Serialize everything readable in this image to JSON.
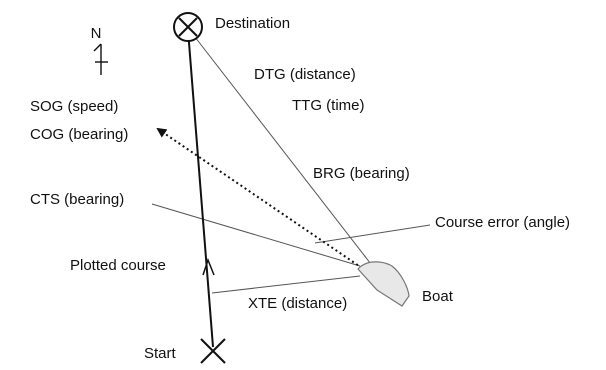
{
  "north": {
    "letter": "N"
  },
  "labels": {
    "destination": "Destination",
    "dtg": "DTG (distance)",
    "ttg": "TTG (time)",
    "sog": "SOG (speed)",
    "cog": "COG (bearing)",
    "brg": "BRG (bearing)",
    "cts": "CTS (bearing)",
    "course_error": "Course error (angle)",
    "plotted_course": "Plotted course",
    "boat": "Boat",
    "xte": "XTE (distance)",
    "start": "Start"
  },
  "colors": {
    "line": "#111111",
    "thin_line": "#555555",
    "boat_fill": "#e8e8e8",
    "boat_stroke": "#777777"
  }
}
